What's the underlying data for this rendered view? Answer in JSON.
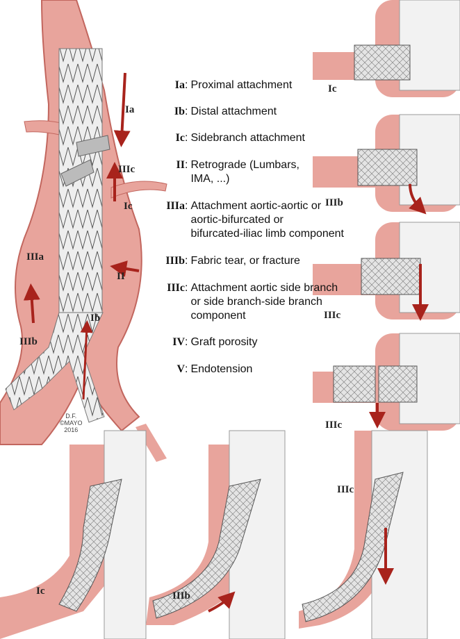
{
  "legend": [
    {
      "code": "Ia",
      "text": "Proximal attachment"
    },
    {
      "code": "Ib",
      "text": "Distal attachment"
    },
    {
      "code": "Ic",
      "text": "Sidebranch attachment"
    },
    {
      "code": "II",
      "text": "Retrograde (Lumbars,\nIMA, ...)"
    },
    {
      "code": "IIIa",
      "text": "Attachment aortic-aortic or\naortic-bifurcated or\nbifurcated-iliac limb component"
    },
    {
      "code": "IIIb",
      "text": "Fabric tear, or fracture"
    },
    {
      "code": "IIIc",
      "text": "Attachment aortic side branch\nor side branch-side branch\ncomponent"
    },
    {
      "code": "IV",
      "text": "Graft porosity"
    },
    {
      "code": "V",
      "text": "Endotension"
    }
  ],
  "main_labels": {
    "ia": "Ia",
    "iiic": "IIIc",
    "ic": "Ic",
    "ii": "II",
    "iiia": "IIIa",
    "ib": "Ib",
    "iiib": "IIIb"
  },
  "panel_labels": {
    "p1": "Ic",
    "p2": "IIIb",
    "p3": "IIIc",
    "p4": "IIIc",
    "b1": "Ic",
    "b2": "IIIb",
    "b3": "IIIc"
  },
  "credit": {
    "l1": "D.F.",
    "l2": "©MAYO",
    "l3": "2016"
  },
  "colors": {
    "vessel": "#e8a49c",
    "vessel_edge": "#c2665e",
    "stent": "#d8d8d8",
    "arrow": "#a8231c"
  }
}
